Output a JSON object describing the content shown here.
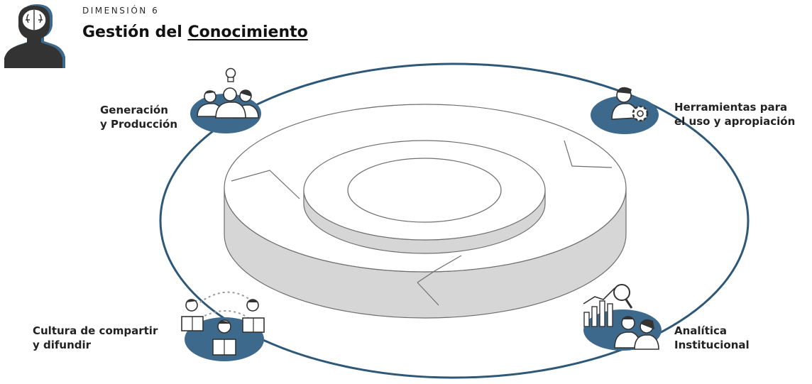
{
  "header": {
    "dimension_label": "DIMENSIÓN 6",
    "title_part1": "Gestión del ",
    "title_part2": "Conocimiento"
  },
  "nodes": {
    "generacion": {
      "line1": "Generación",
      "line2": "y Producción"
    },
    "herramientas": {
      "line1": "Herramientas para",
      "line2": "el uso y apropiación"
    },
    "cultura": {
      "line1": "Cultura de compartir",
      "line2": "y difundir"
    },
    "analitica": {
      "line1": "Analítica",
      "line2": "Institucional"
    }
  },
  "colors": {
    "accent": "#3d6a8c",
    "ring": "#2e5878",
    "dark": "#333333",
    "disc_top": "#ffffff",
    "disc_side": "#d6d6d6",
    "stroke": "#6e6e6e"
  },
  "icons": {
    "header": "head-brain-icon",
    "generacion": "people-lightbulb-icon",
    "herramientas": "person-gear-icon",
    "cultura": "people-sharing-icon",
    "analitica": "analytics-people-icon"
  }
}
